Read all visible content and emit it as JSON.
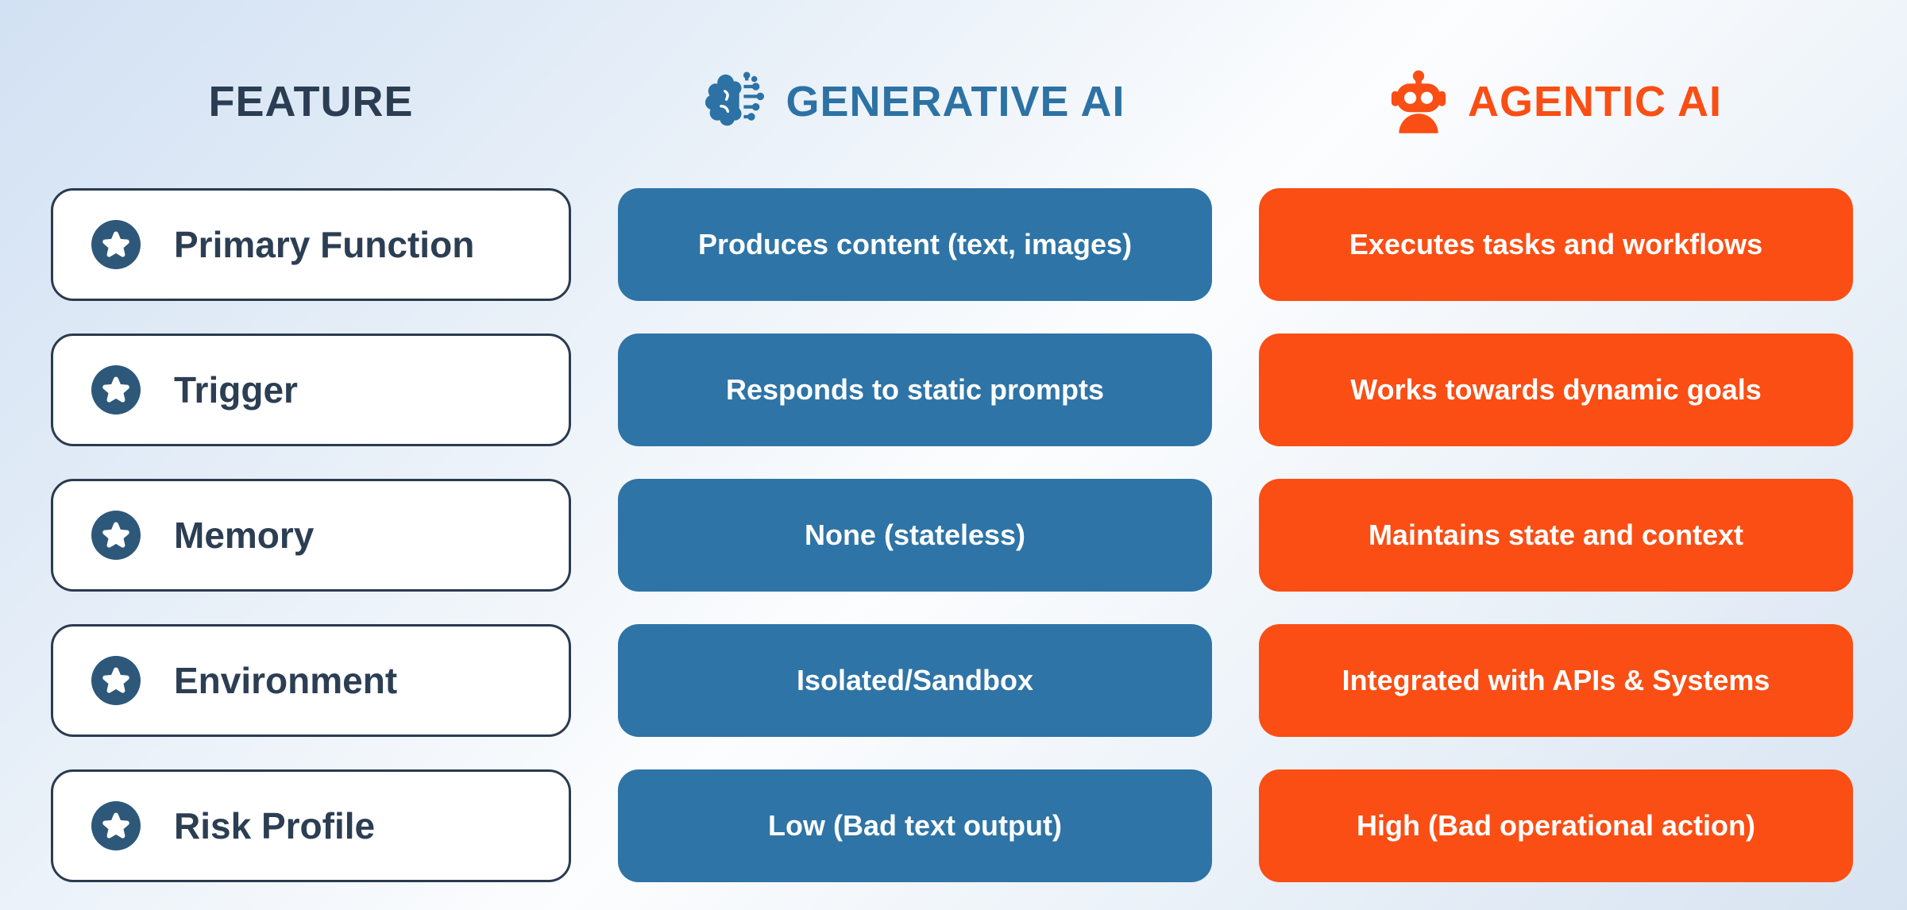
{
  "header": {
    "feature_label": "FEATURE",
    "generative_label": "GENERATIVE AI",
    "agentic_label": "AGENTIC AI",
    "generative_icon": "brain-circuit-icon",
    "agentic_icon": "robot-icon"
  },
  "row_icon": "star-icon",
  "rows": [
    {
      "feature": "Primary Function",
      "generative": "Produces content (text, images)",
      "agentic": "Executes tasks and workflows"
    },
    {
      "feature": "Trigger",
      "generative": "Responds to static prompts",
      "agentic": "Works towards dynamic goals"
    },
    {
      "feature": "Memory",
      "generative": "None (stateless)",
      "agentic": "Maintains state and context"
    },
    {
      "feature": "Environment",
      "generative": "Isolated/Sandbox",
      "agentic": "Integrated with APIs & Systems"
    },
    {
      "feature": "Risk Profile",
      "generative": "Low (Bad text output)",
      "agentic": "High (Bad operational action)"
    }
  ],
  "colors": {
    "generative_blue": "#2e74a6",
    "agentic_orange": "#fa4e14",
    "navy_text": "#2c3e53",
    "card_border": "#2a3b4f",
    "star_circle": "#2e587a",
    "background_blue": "#d2e1f3",
    "background_white": "#fcfdfe",
    "cell_text": "#ffffff"
  }
}
